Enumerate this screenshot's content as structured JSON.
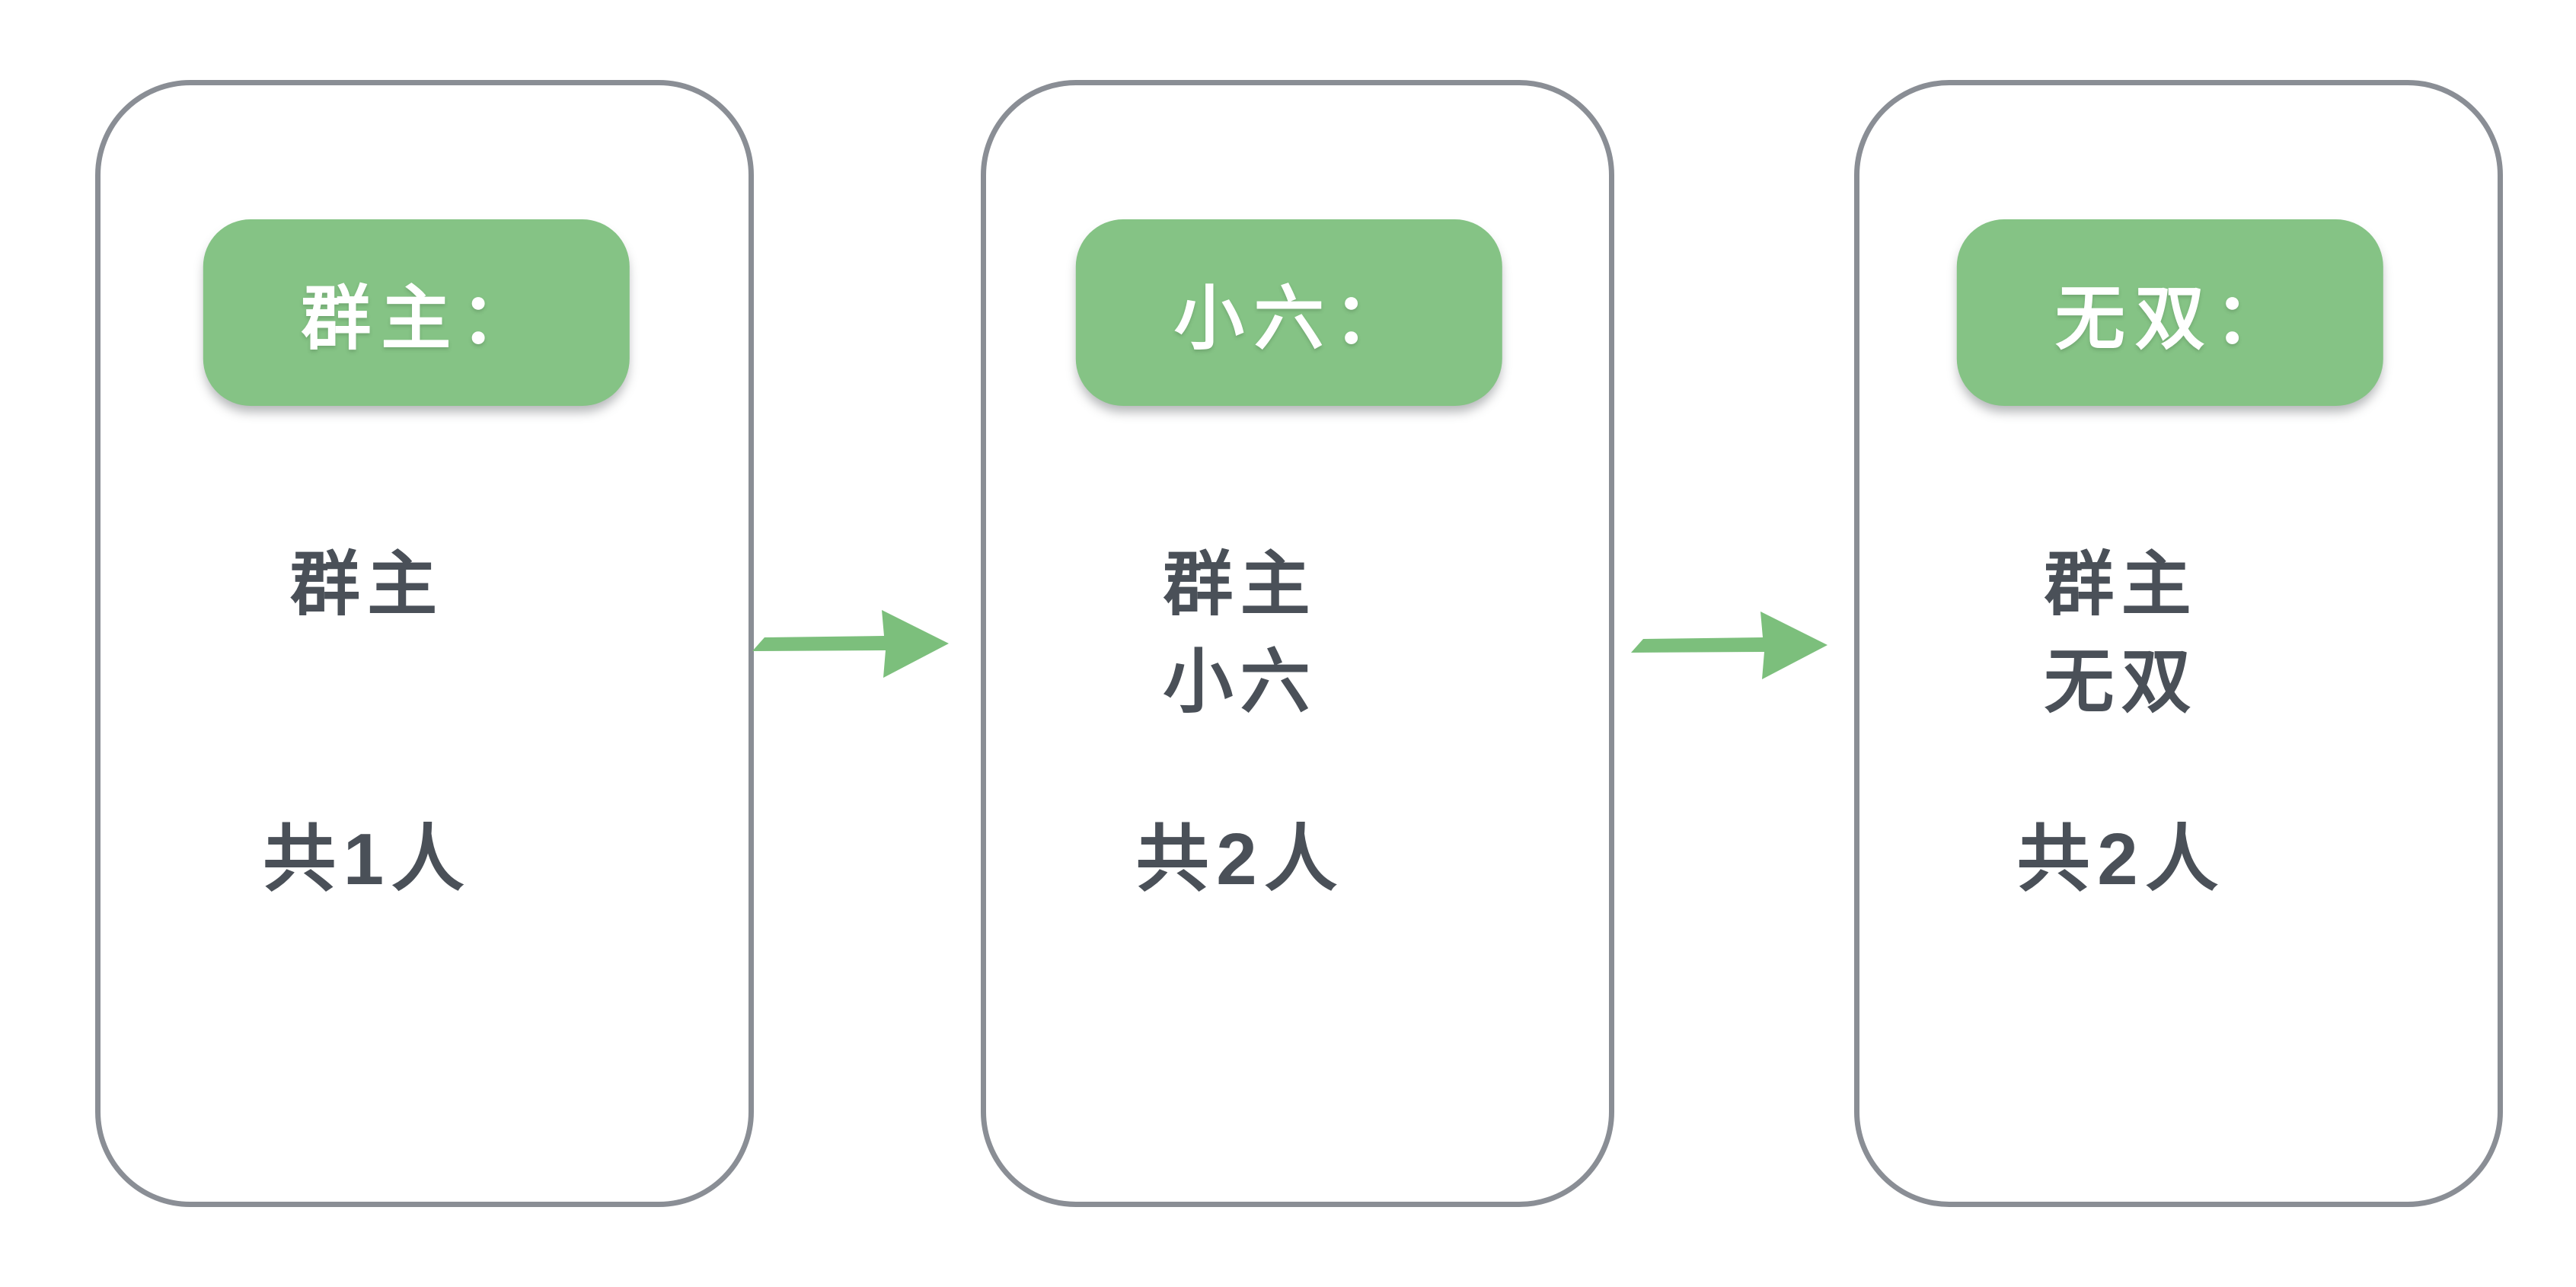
{
  "diagram": {
    "description": "Three-step group membership flow diagram",
    "colors": {
      "badge_green": "#85c385",
      "arrow_green": "#7cbf7c",
      "card_border_gray": "#8a8e95",
      "body_text_dark": "#4a5058",
      "badge_text_white": "#ffffff",
      "background": "#ffffff"
    },
    "cards": [
      {
        "badge_label": "群主：",
        "members": [
          "群主"
        ],
        "count_label": "共1人"
      },
      {
        "badge_label": "小六：",
        "members": [
          "群主",
          "小六"
        ],
        "count_label": "共2人"
      },
      {
        "badge_label": "无双：",
        "members": [
          "群主",
          "无双"
        ],
        "count_label": "共2人"
      }
    ],
    "arrows": [
      {
        "direction": "right"
      },
      {
        "direction": "right"
      }
    ]
  }
}
